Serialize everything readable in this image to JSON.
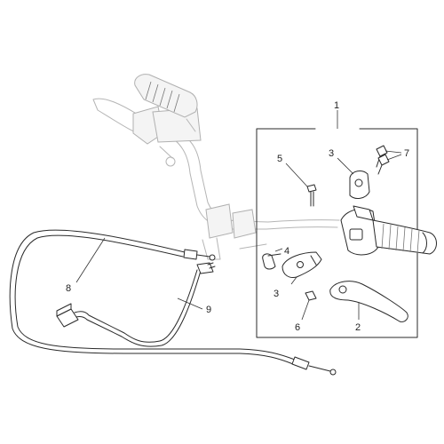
{
  "labels": {
    "n1": "1",
    "n2": "2",
    "n3a": "3",
    "n3b": "3",
    "n4": "4",
    "n5": "5",
    "n6": "6",
    "n7": "7",
    "n8": "8",
    "n9": "9"
  },
  "colors": {
    "ghost_line": "#b5b5b5",
    "ink_line": "#2a2a2a",
    "frame": "#444444"
  }
}
